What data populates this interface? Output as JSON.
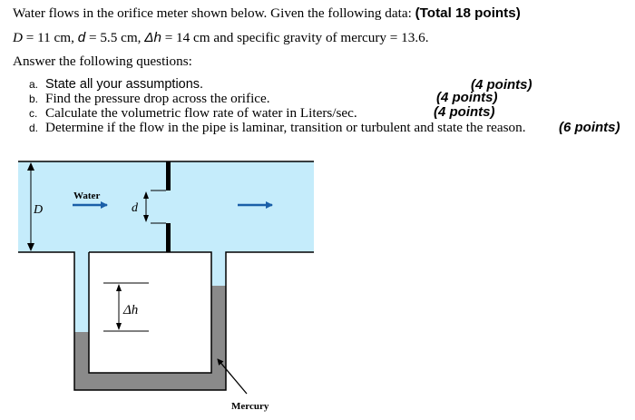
{
  "problem": {
    "intro": "Water flows in the orifice meter shown below. Given the following data:",
    "total": "(Total 18 points)",
    "data": {
      "D_label": "D",
      "D_value": " = 11 cm, ",
      "d_label": "d",
      "d_value": " = 5.5 cm, ",
      "dh_label": "Δh",
      "dh_value": " = 14 cm and specific gravity of mercury = 13.6."
    },
    "answer_prompt": "Answer the following questions:",
    "questions": [
      {
        "letter": "a.",
        "text": "State all your assumptions.",
        "points": "(4 points)"
      },
      {
        "letter": "b.",
        "text": "Find the pressure drop across the orifice.",
        "points": "(4 points)"
      },
      {
        "letter": "c.",
        "text": "Calculate the volumetric flow rate of water in Liters/sec.",
        "points": "(4 points)"
      },
      {
        "letter": "d.",
        "text": "Determine if the flow in the pipe is laminar, transition or turbulent and state the reason.",
        "points": "(6 points)"
      }
    ]
  },
  "diagram": {
    "labels": {
      "D": "D",
      "water": "Water",
      "d": "d",
      "dh": "Δh",
      "mercury": "Mercury"
    },
    "colors": {
      "water": "#c5ecfb",
      "mercury": "#8a8a8a",
      "arrow": "#1a5fa8",
      "outline": "#000000"
    }
  }
}
